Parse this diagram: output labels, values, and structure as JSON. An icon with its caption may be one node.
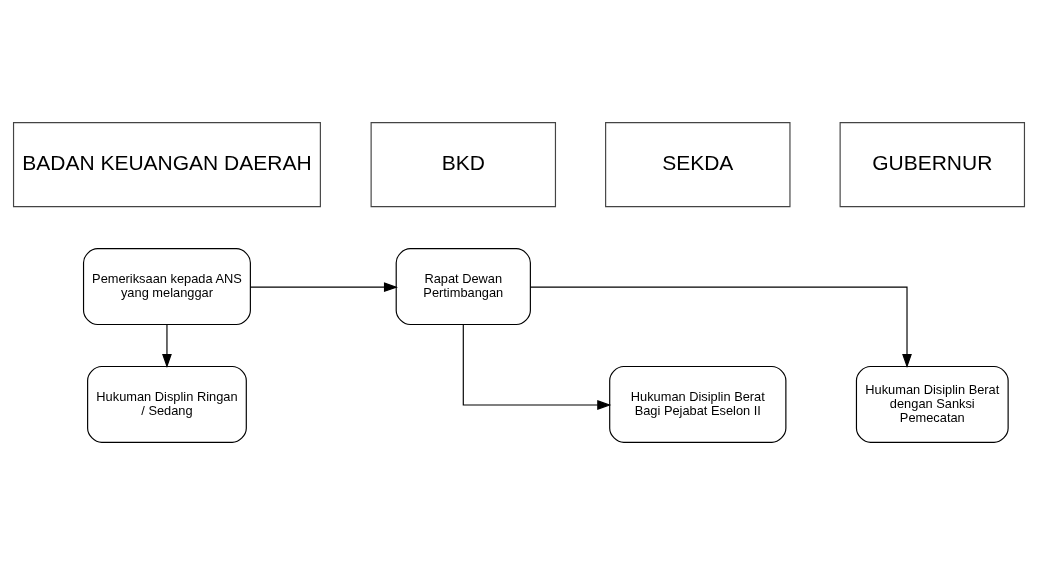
{
  "diagram": {
    "nodes": [
      {
        "text": [
          "BADAN KEUANGAN DAERAH"
        ]
      },
      {
        "text": [
          "BKD"
        ]
      },
      {
        "text": [
          "SEKDA"
        ]
      },
      {
        "text": [
          "GUBERNUR"
        ]
      },
      {
        "text": [
          "Pemeriksaan kepada ANS yang melanggar"
        ]
      },
      {
        "text": [
          "Rapat Dewan Pertimbangan"
        ]
      },
      {
        "text": [
          "Hukuman Displin Ringan / Sedang"
        ]
      },
      {
        "text": [
          "Hukuman Disiplin Berat Bagi Pejabat Eselon II"
        ]
      },
      {
        "text": [
          "Hukuman Disiplin Berat dengan Sanksi Pemecatan"
        ]
      }
    ],
    "edges": [
      {
        "from": 4,
        "to": 5,
        "arrow": "to"
      },
      {
        "from": 4,
        "to": 6,
        "arrow": "to"
      },
      {
        "from": 5,
        "to": 7,
        "arrow": "to"
      },
      {
        "from": 5,
        "to": 8,
        "arrow": "to"
      }
    ]
  }
}
